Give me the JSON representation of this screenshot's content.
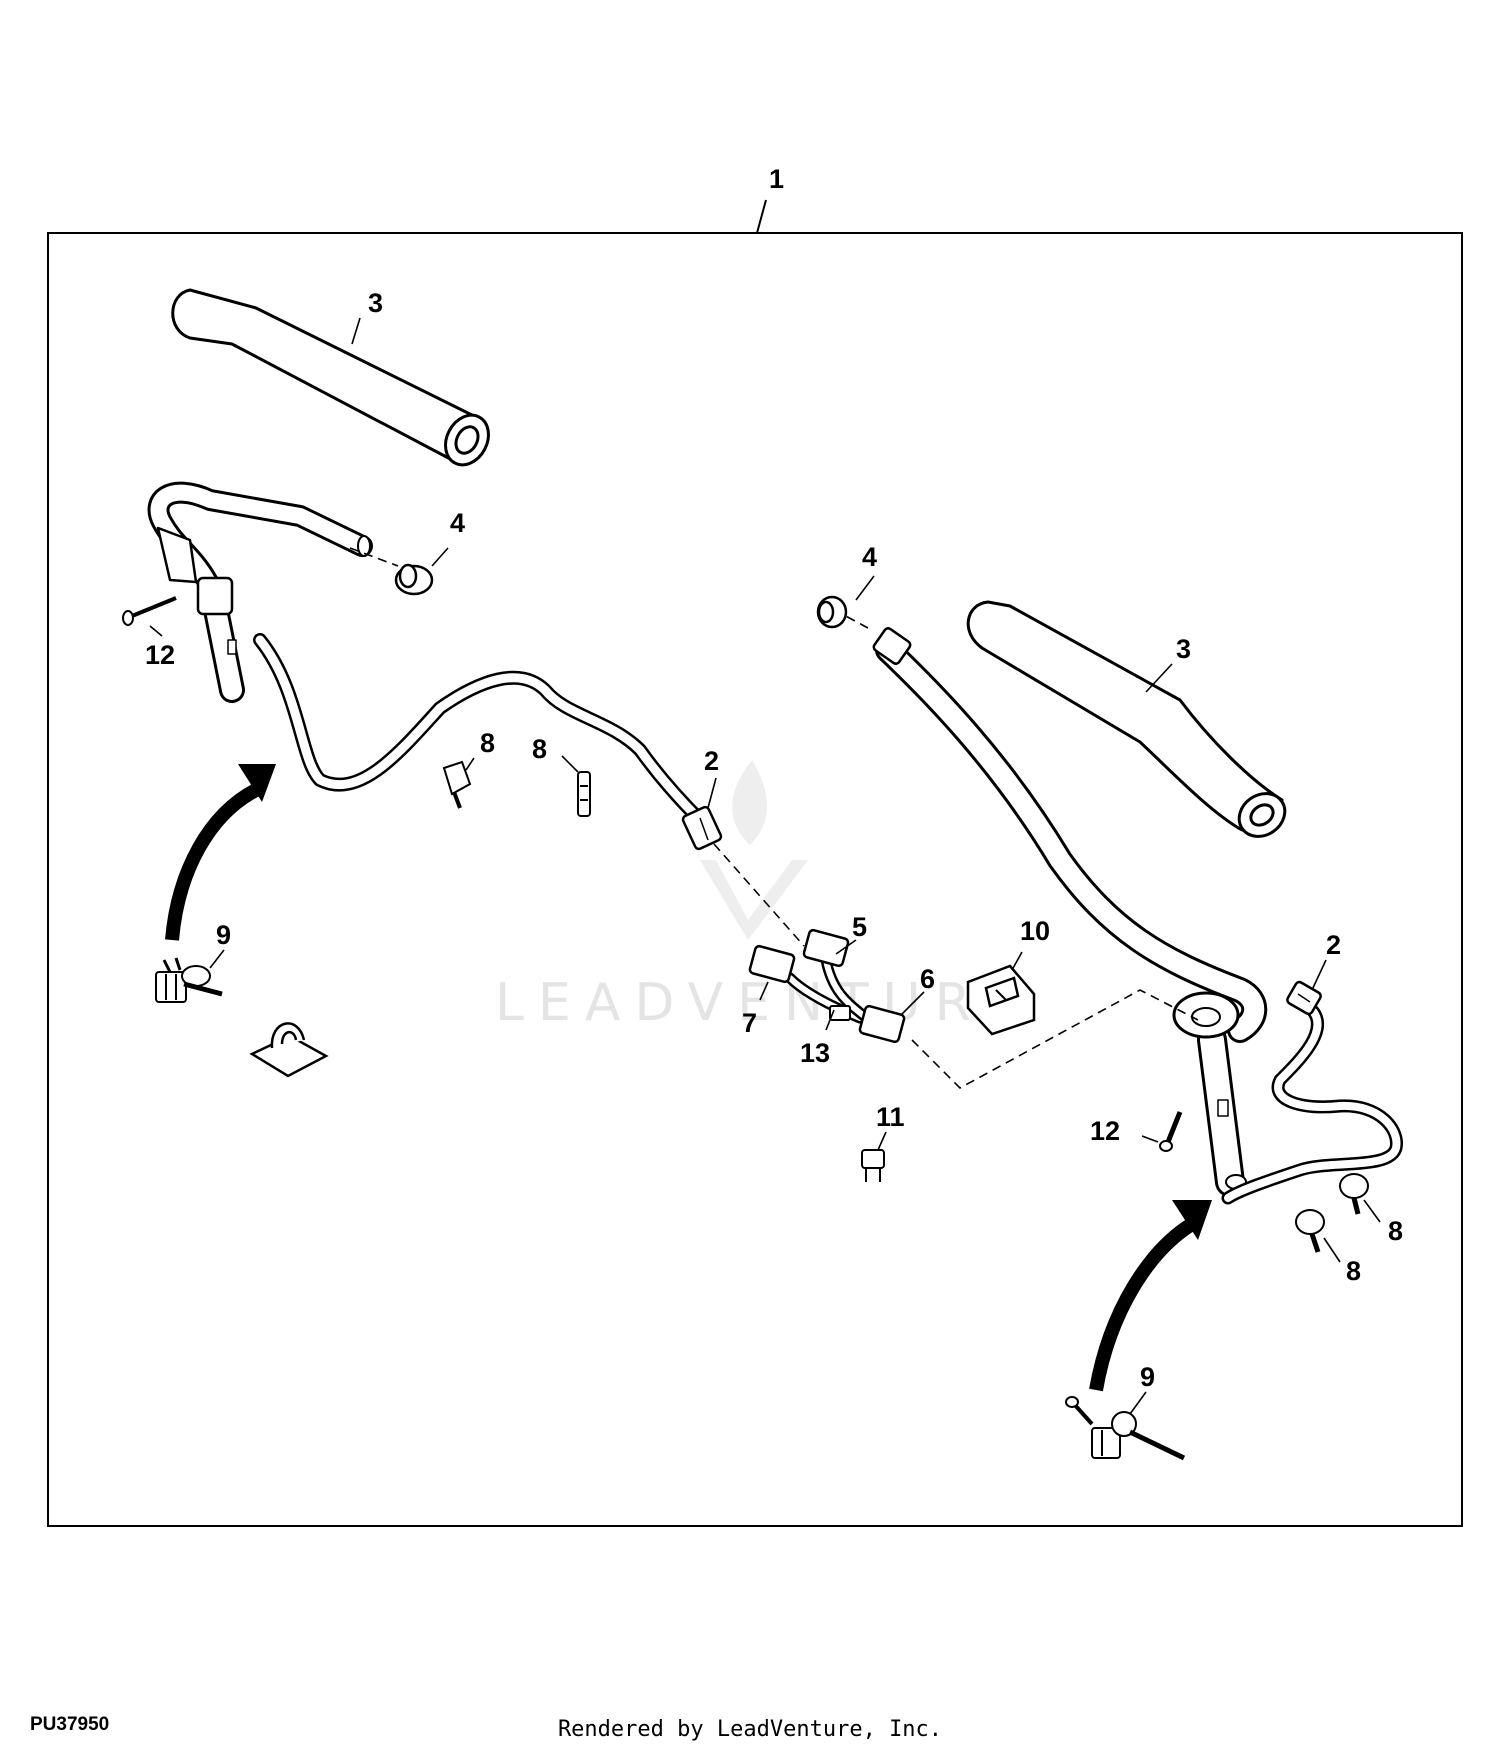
{
  "figure": {
    "id": "PU37950",
    "footer": "Rendered by LeadVenture, Inc."
  },
  "watermark": {
    "text": "LEADVENTURE"
  },
  "callouts": {
    "c1": "1",
    "c2a": "2",
    "c2b": "2",
    "c3a": "3",
    "c3b": "3",
    "c4a": "4",
    "c4b": "4",
    "c5": "5",
    "c6": "6",
    "c7": "7",
    "c8a": "8",
    "c8b": "8",
    "c8c": "8",
    "c8d": "8",
    "c9a": "9",
    "c9b": "9",
    "c10": "10",
    "c11": "11",
    "c12a": "12",
    "c12b": "12",
    "c13": "13"
  }
}
